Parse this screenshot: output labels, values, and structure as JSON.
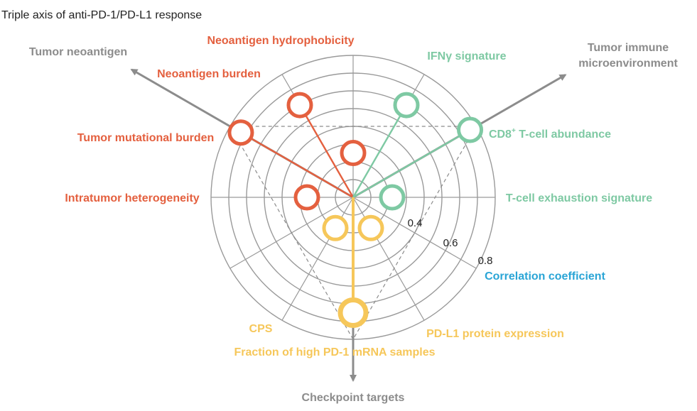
{
  "title": "Triple axis of anti-PD-1/PD-L1 response",
  "colors": {
    "neoantigen": "#e4603f",
    "immune": "#7ec9a3",
    "checkpoint": "#f6c75a",
    "axis": "#8c8c8c",
    "correlation": "#2aa5d6",
    "grid": "#9a9a9a",
    "title_text": "#222222"
  },
  "axes": {
    "neoantigen": "Tumor neoantigen",
    "immune_line1": "Tumor immune",
    "immune_line2": "microenvironment",
    "checkpoint": "Checkpoint targets"
  },
  "scale": {
    "label": "Correlation coefficient",
    "ring_values": [
      0.1,
      0.2,
      0.3,
      0.4,
      0.5,
      0.6,
      0.7,
      0.8
    ],
    "tick_labels": [
      "0.4",
      "0.6",
      "0.8"
    ]
  },
  "features": {
    "neoantigen_hydrophobicity": "Neoantigen hydrophobicity",
    "neoantigen_burden": "Neoantigen burden",
    "tumor_mutational_burden": "Tumor mutational burden",
    "intratumor_heterogeneity": "Intratumor heterogeneity",
    "ifng_signature": "IFNγ signature",
    "cd8_prefix": "CD8",
    "cd8_sup": "+",
    "cd8_suffix": " T-cell abundance",
    "tcell_exhaustion": "T-cell exhaustion signature",
    "cps": "CPS",
    "fraction_pd1": "Fraction of high PD-1 mRNA samples",
    "pdl1_protein": "PD-L1 protein expression"
  },
  "chart_data": {
    "type": "radar",
    "scale_max": 0.8,
    "groups": [
      {
        "axis": "Tumor neoantigen",
        "color": "#e4603f",
        "points": [
          {
            "label": "Neoantigen hydrophobicity",
            "value": 0.25
          },
          {
            "label": "Neoantigen burden",
            "value": 0.6
          },
          {
            "label": "Tumor mutational burden",
            "value": 0.73
          },
          {
            "label": "Intratumor heterogeneity",
            "value": 0.26
          }
        ]
      },
      {
        "axis": "Tumor immune microenvironment",
        "color": "#7ec9a3",
        "points": [
          {
            "label": "IFNγ signature",
            "value": 0.6
          },
          {
            "label": "CD8+ T-cell abundance",
            "value": 0.76
          },
          {
            "label": "T-cell exhaustion signature",
            "value": 0.22
          }
        ]
      },
      {
        "axis": "Checkpoint targets",
        "color": "#f6c75a",
        "points": [
          {
            "label": "CPS",
            "value": 0.2
          },
          {
            "label": "PD-L1 protein expression",
            "value": 0.2
          },
          {
            "label": "Fraction of high PD-1 mRNA samples",
            "value": 0.65
          }
        ]
      }
    ]
  }
}
